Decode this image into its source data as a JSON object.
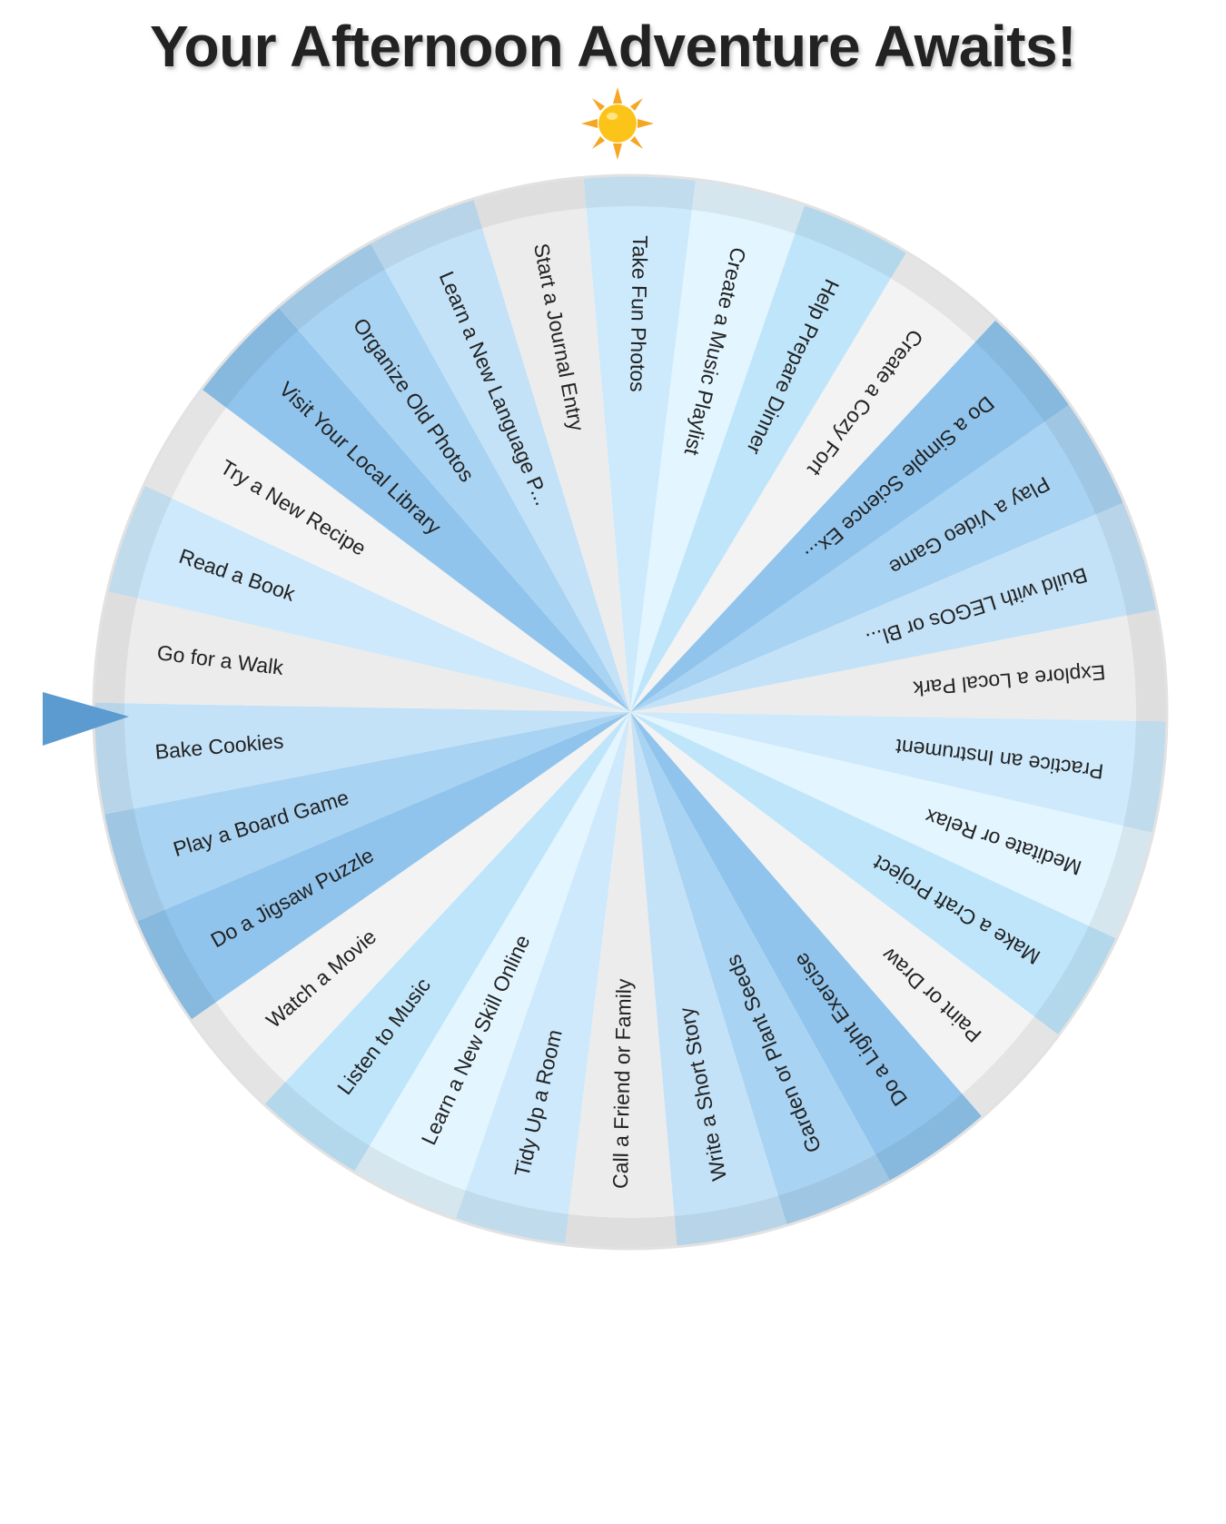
{
  "header": {
    "title": "Your Afternoon Adventure Awaits!",
    "icon": "sun-icon"
  },
  "wheel": {
    "selected_label": "Bake Cookies",
    "pointer_color": "#5b9bd0",
    "segments": [
      {
        "label": "Take Fun Photos",
        "color": "#cdeafc"
      },
      {
        "label": "Create a Music Playlist",
        "color": "#e3f5fe"
      },
      {
        "label": "Help Prepare Dinner",
        "color": "#bfe5fa"
      },
      {
        "label": "Create a Cozy Fort",
        "color": "#f3f3f3"
      },
      {
        "label": "Do a Simple Science Ex...",
        "color": "#90c4ec"
      },
      {
        "label": "Play a Video Game",
        "color": "#a9d3f2"
      },
      {
        "label": "Build with LEGOs or Bl...",
        "color": "#c4e2f7"
      },
      {
        "label": "Explore a Local Park",
        "color": "#ececec"
      },
      {
        "label": "Practice an Instrument",
        "color": "#cde9fb"
      },
      {
        "label": "Meditate or Relax",
        "color": "#e3f5fe"
      },
      {
        "label": "Make a Craft Project",
        "color": "#bfe5fa"
      },
      {
        "label": "Paint or Draw",
        "color": "#f3f3f3"
      },
      {
        "label": "Do a Light Exercise",
        "color": "#90c4ec"
      },
      {
        "label": "Garden or Plant Seeds",
        "color": "#a9d3f2"
      },
      {
        "label": "Write a Short Story",
        "color": "#c4e2f7"
      },
      {
        "label": "Call a Friend or Family",
        "color": "#ececec"
      },
      {
        "label": "Tidy Up a Room",
        "color": "#cde9fb"
      },
      {
        "label": "Learn a New Skill Online",
        "color": "#e3f5fe"
      },
      {
        "label": "Listen to Music",
        "color": "#bfe5fa"
      },
      {
        "label": "Watch a Movie",
        "color": "#f3f3f3"
      },
      {
        "label": "Do a Jigsaw Puzzle",
        "color": "#90c4ec"
      },
      {
        "label": "Play a Board Game",
        "color": "#a9d3f2"
      },
      {
        "label": "Bake Cookies",
        "color": "#c4e2f7"
      },
      {
        "label": "Go for a Walk",
        "color": "#ececec"
      },
      {
        "label": "Read a Book",
        "color": "#cde9fb"
      },
      {
        "label": "Try a New Recipe",
        "color": "#f3f3f3"
      },
      {
        "label": "Visit Your Local Library",
        "color": "#90c4ec"
      },
      {
        "label": "Organize Old Photos",
        "color": "#a9d3f2"
      },
      {
        "label": "Learn a New Language P...",
        "color": "#c4e2f7"
      },
      {
        "label": "Start a Journal Entry",
        "color": "#ececec"
      }
    ]
  }
}
